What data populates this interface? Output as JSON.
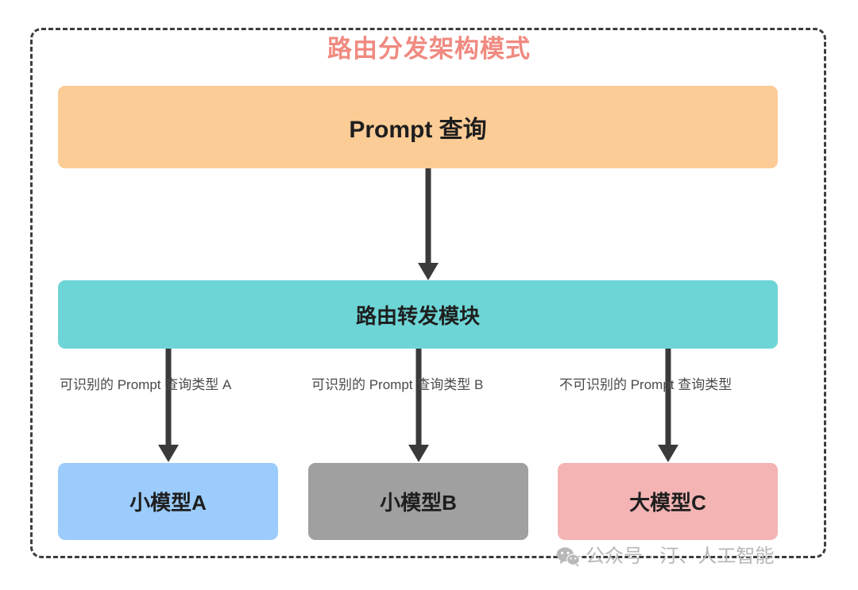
{
  "diagram": {
    "title": "路由分发架构模式",
    "title_color": "#f08a80",
    "frame": {
      "style": "dashed",
      "color": "#3d3d3d"
    },
    "nodes": [
      {
        "id": "prompt",
        "label": "Prompt 查询",
        "color": "#fccc96"
      },
      {
        "id": "router",
        "label": "路由转发模块",
        "color": "#6ed5d6"
      },
      {
        "id": "model_a",
        "label": "小模型A",
        "color": "#9bccfb"
      },
      {
        "id": "model_b",
        "label": "小模型B",
        "color": "#a0a0a0"
      },
      {
        "id": "model_c",
        "label": "大模型C",
        "color": "#f4b4b4"
      }
    ],
    "edges": [
      {
        "from": "prompt",
        "to": "router",
        "label": ""
      },
      {
        "from": "router",
        "to": "model_a",
        "label": "可识别的 Prompt 查询类型 A"
      },
      {
        "from": "router",
        "to": "model_b",
        "label": "可识别的 Prompt 查询类型 B"
      },
      {
        "from": "router",
        "to": "model_c",
        "label": "不可识别的 Prompt 查询类型"
      }
    ],
    "arrow_color": "#3a3a3a"
  },
  "watermark": {
    "icon": "wechat-icon",
    "text": "公众号 · 汀、人工智能",
    "color": "#b8b8b8"
  }
}
